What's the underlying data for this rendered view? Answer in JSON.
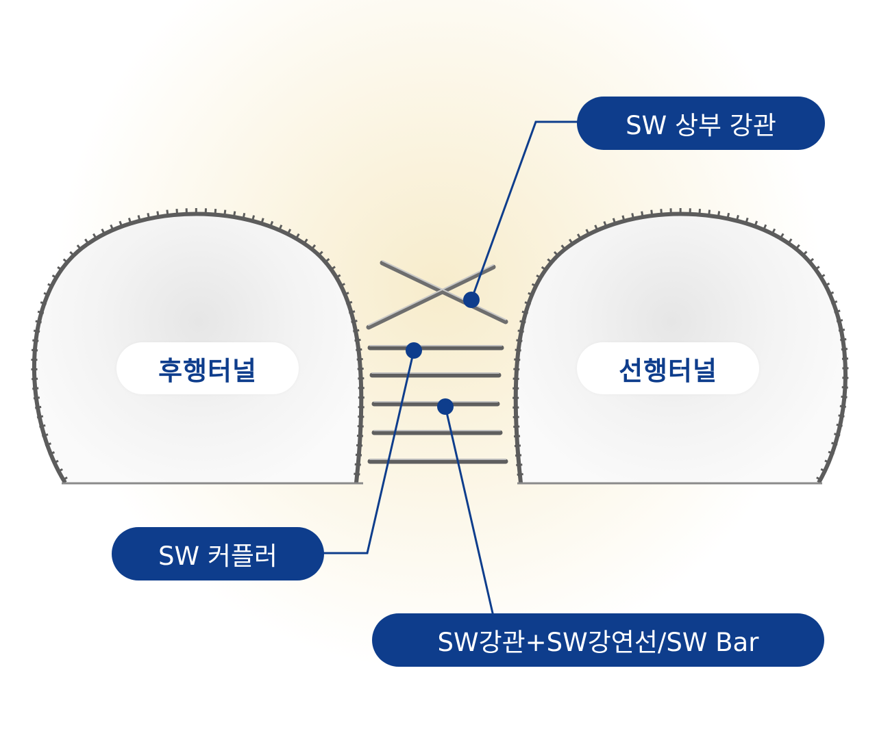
{
  "tunnels": {
    "left_label": "후행터널",
    "right_label": "선행터널"
  },
  "callouts": {
    "upper_pipe": "SW 상부 강관",
    "coupler": "SW 커플러",
    "pipe_strand_bar": "SW강관+SW강연선/SW Bar"
  },
  "colors": {
    "callout_fill": "#0e3d8c",
    "tunnel_label_text": "#0e3d8c",
    "tunnel_outline": "#5c5c5c",
    "background_glow": "#fbf4d8"
  }
}
